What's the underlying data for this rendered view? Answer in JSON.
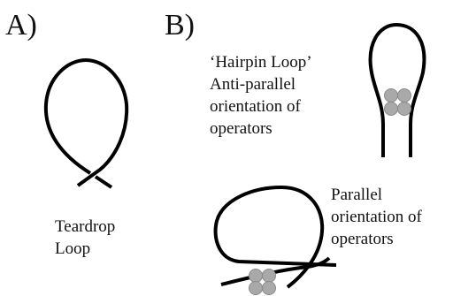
{
  "panels": {
    "a": {
      "label": "A)"
    },
    "b": {
      "label": "B)"
    }
  },
  "captions": {
    "teardrop": [
      "Teardrop",
      "Loop"
    ],
    "hairpin": [
      "‘Hairpin Loop’",
      "Anti-parallel",
      "orientation of",
      "operators"
    ],
    "parallel": [
      "Parallel",
      "orientation of",
      "operators"
    ]
  },
  "colors": {
    "strand": "#000000",
    "operator_fill": "#a9a9a9",
    "operator_stroke": "#8a8a8a"
  }
}
